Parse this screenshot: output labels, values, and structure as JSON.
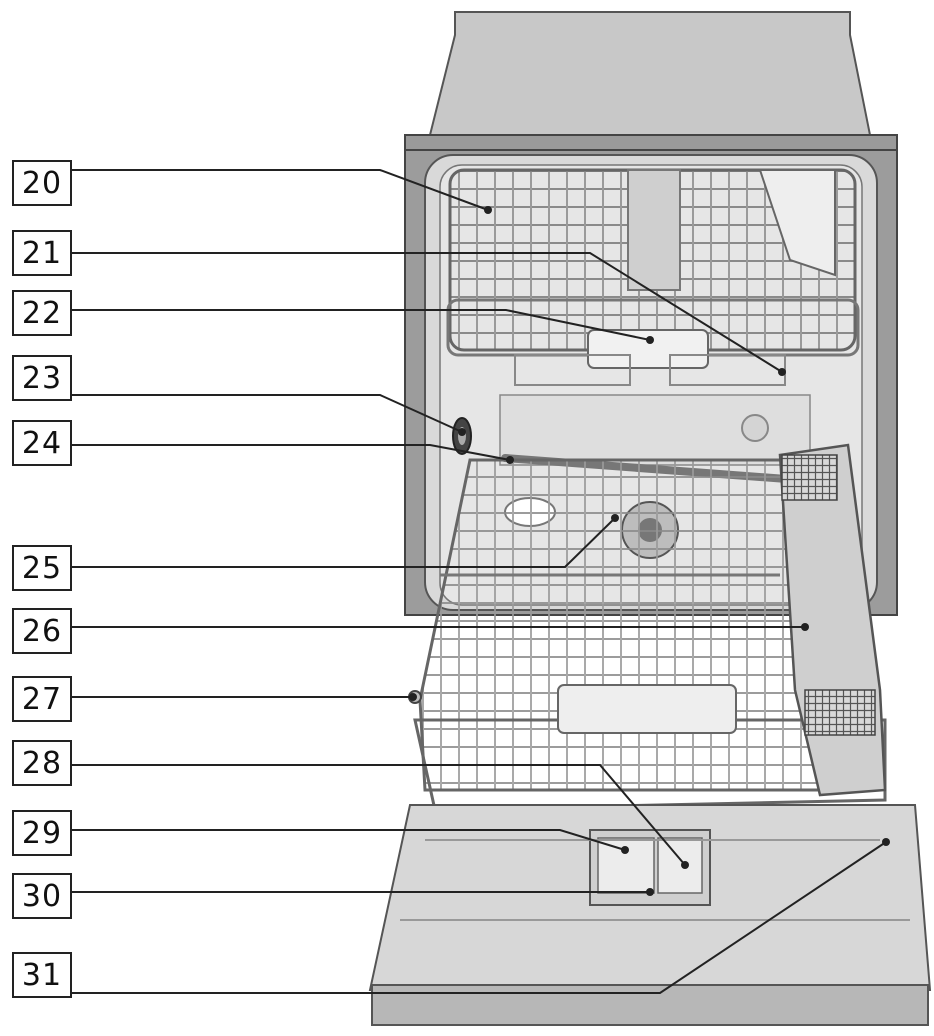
{
  "callouts": [
    "20",
    "21",
    "22",
    "23",
    "24",
    "25",
    "26",
    "27",
    "28",
    "29",
    "30",
    "31"
  ]
}
